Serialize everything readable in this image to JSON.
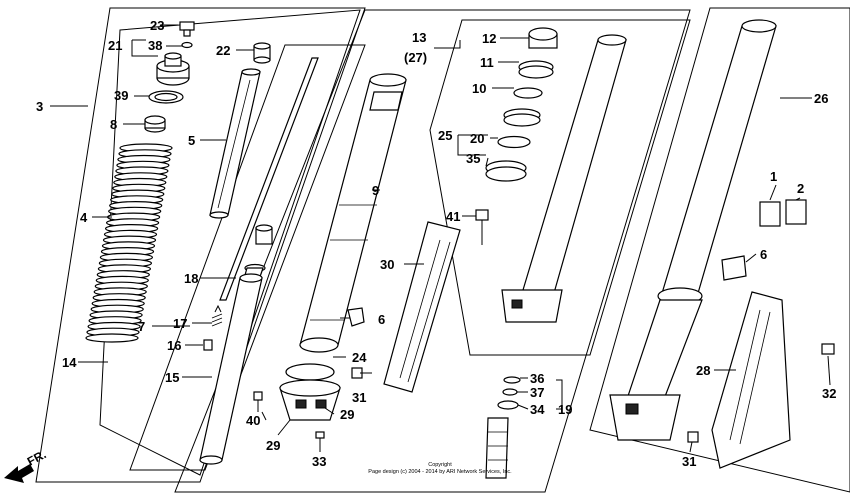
{
  "labels": {
    "p1": "1",
    "p2": "2",
    "p3": "3",
    "p4": "4",
    "p5": "5",
    "p6a": "6",
    "p6b": "6",
    "p7": "7",
    "p8": "8",
    "p9": "9",
    "p10": "10",
    "p11": "11",
    "p12": "12",
    "p13": "13",
    "p27": "(27)",
    "p14": "14",
    "p15": "15",
    "p16": "16",
    "p17": "17",
    "p18": "18",
    "p19": "19",
    "p20": "20",
    "p21": "21",
    "p22": "22",
    "p23": "23",
    "p24": "24",
    "p25": "25",
    "p26": "26",
    "p28": "28",
    "p29a": "29",
    "p29b": "29",
    "p30": "30",
    "p31a": "31",
    "p31b": "31",
    "p32": "32",
    "p33": "33",
    "p34": "34",
    "p35": "35",
    "p36": "36",
    "p37": "37",
    "p38": "38",
    "p39": "39",
    "p40": "40",
    "p41": "41"
  },
  "direction": "FR.",
  "copyright": {
    "line1": "Copyright",
    "line2": "Page design (c) 2004 - 2014 by ARI Network Services, Inc."
  }
}
